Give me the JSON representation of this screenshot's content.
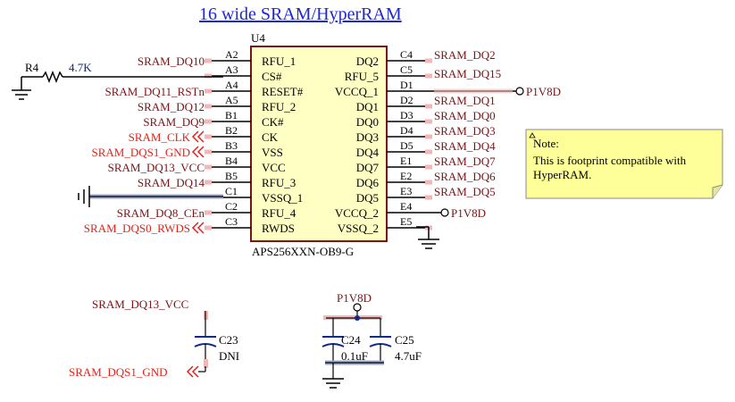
{
  "title": "16 wide SRAM/HyperRAM",
  "u4": {
    "ref": "U4",
    "part": "APS256XXN-OB9-G",
    "left_pins": [
      {
        "num": "A2",
        "name": "RFU_1",
        "net": "SRAM_DQ10",
        "net_color": "dark"
      },
      {
        "num": "A3",
        "name": "CS#",
        "net": "",
        "net_color": "dark"
      },
      {
        "num": "A4",
        "name": "RESET#",
        "net": "SRAM_DQ11_RSTn",
        "net_color": "dark"
      },
      {
        "num": "A5",
        "name": "RFU_2",
        "net": "SRAM_DQ12",
        "net_color": "dark"
      },
      {
        "num": "B1",
        "name": "CK#",
        "net": "SRAM_DQ9",
        "net_color": "dark"
      },
      {
        "num": "B2",
        "name": "CK",
        "net": "SRAM_CLK",
        "net_color": "red"
      },
      {
        "num": "B3",
        "name": "VSS",
        "net": "SRAM_DQS1_GND",
        "net_color": "red"
      },
      {
        "num": "B4",
        "name": "VCC",
        "net": "SRAM_DQ13_VCC",
        "net_color": "dark"
      },
      {
        "num": "B5",
        "name": "RFU_3",
        "net": "SRAM_DQ14",
        "net_color": "dark"
      },
      {
        "num": "C1",
        "name": "VSSQ_1",
        "net": "",
        "net_color": "dark"
      },
      {
        "num": "C2",
        "name": "RFU_4",
        "net": "SRAM_DQ8_CEn",
        "net_color": "dark"
      },
      {
        "num": "C3",
        "name": "RWDS",
        "net": "SRAM_DQS0_RWDS",
        "net_color": "red"
      }
    ],
    "right_pins": [
      {
        "num": "C4",
        "name": "DQ2",
        "net": "SRAM_DQ2"
      },
      {
        "num": "C5",
        "name": "RFU_5",
        "net": "SRAM_DQ15"
      },
      {
        "num": "D1",
        "name": "VCCQ_1",
        "net": "P1V8D"
      },
      {
        "num": "D2",
        "name": "DQ1",
        "net": "SRAM_DQ1"
      },
      {
        "num": "D3",
        "name": "DQ0",
        "net": "SRAM_DQ0"
      },
      {
        "num": "D4",
        "name": "DQ3",
        "net": "SRAM_DQ3"
      },
      {
        "num": "D5",
        "name": "DQ4",
        "net": "SRAM_DQ4"
      },
      {
        "num": "E1",
        "name": "DQ7",
        "net": "SRAM_DQ7"
      },
      {
        "num": "E2",
        "name": "DQ6",
        "net": "SRAM_DQ6"
      },
      {
        "num": "E3",
        "name": "DQ5",
        "net": "SRAM_DQ5"
      },
      {
        "num": "E4",
        "name": "VCCQ_2",
        "net": "P1V8D"
      },
      {
        "num": "E5",
        "name": "VSSQ_2",
        "net": ""
      }
    ]
  },
  "r4": {
    "ref": "R4",
    "value": "4.7K"
  },
  "note": {
    "heading": "Note:",
    "line1": "This is footprint compatible with",
    "line2": "HyperRAM."
  },
  "c23": {
    "ref": "C23",
    "value": "DNI",
    "top_net": "SRAM_DQ13_VCC",
    "bottom_net": "SRAM_DQS1_GND"
  },
  "c24": {
    "ref": "C24",
    "value": "0.1uF"
  },
  "c25": {
    "ref": "C25",
    "value": "4.7uF"
  },
  "cap_power": "P1V8D",
  "colors": {
    "wire": "#000000",
    "net_dark": "#7a1418",
    "net_red": "#e2231a",
    "cap_blue": "#0b2a8a",
    "ic_fill": "#ffffc4",
    "ic_border": "#7a1418",
    "note_fill": "#ffff9a",
    "pin_highlight": "#f2b8b8",
    "title_blue": "#1d28d6"
  }
}
